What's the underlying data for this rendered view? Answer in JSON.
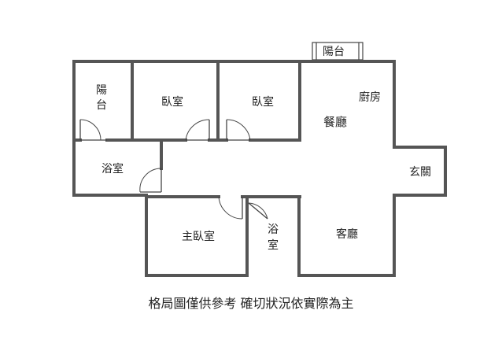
{
  "rooms": {
    "balcony_top": "陽台",
    "balcony_left_1": "陽",
    "balcony_left_2": "台",
    "bedroom_1": "臥室",
    "bedroom_2": "臥室",
    "kitchen": "廚房",
    "dining": "餐廳",
    "bath_1": "浴室",
    "entrance": "玄關",
    "master_bedroom": "主臥室",
    "bath_2_1": "浴",
    "bath_2_2": "室",
    "living": "客廳"
  },
  "footer_note": "格局圖僅供參考 確切狀況依實際為主"
}
